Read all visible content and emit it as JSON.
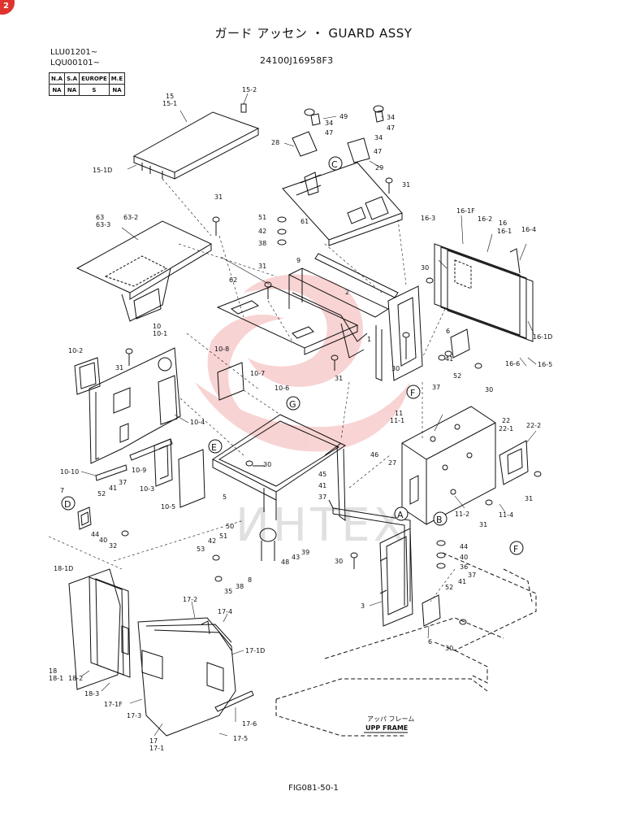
{
  "header": {
    "title": "ガード アッセン ・ GUARD ASSY",
    "serial_1": "LLU01201~",
    "serial_2": "LQU00101~",
    "part_code": "24100J16958F3",
    "figure_code": "FIG081-50-1",
    "corner_badge": "2"
  },
  "region_table": {
    "headers": [
      "N.A",
      "S.A",
      "EUROPE",
      "M.E"
    ],
    "values": [
      "NA",
      "NA",
      "S",
      "NA"
    ]
  },
  "watermark": {
    "text": "ИНТЕХ",
    "color": "#e23a3a"
  },
  "callouts": [
    "A",
    "B",
    "C",
    "D",
    "E",
    "F",
    "F",
    "G"
  ],
  "frame_label": {
    "jp": "アッパ フレーム",
    "en": "UPP FRAME"
  },
  "part_labels": [
    "15",
    "15-1",
    "15-2",
    "15-1D",
    "49",
    "34",
    "47",
    "28",
    "34",
    "47",
    "34",
    "47",
    "29",
    "31",
    "31",
    "63",
    "63-3",
    "63-2",
    "51",
    "42",
    "38",
    "61",
    "16-3",
    "16-1F",
    "16-2",
    "16",
    "16-1",
    "16-4",
    "30",
    "16-1D",
    "6",
    "16-6",
    "16-5",
    "31",
    "9",
    "2",
    "62",
    "1",
    "10",
    "10-1",
    "10-2",
    "31",
    "10-8",
    "10-7",
    "10-6",
    "10-4",
    "31",
    "30",
    "37",
    "41",
    "52",
    "30",
    "11",
    "11-1",
    "22",
    "22-1",
    "22-2",
    "31",
    "10-10",
    "10-9",
    "10-3",
    "10-5",
    "7",
    "30",
    "5",
    "46",
    "27",
    "45",
    "41",
    "37",
    "31",
    "11-2",
    "11-4",
    "52",
    "41",
    "37",
    "44",
    "40",
    "32",
    "50",
    "51",
    "42",
    "53",
    "48",
    "43",
    "39",
    "35",
    "38",
    "8",
    "44",
    "40",
    "36",
    "30",
    "52",
    "41",
    "37",
    "3",
    "6",
    "30",
    "18-1D",
    "17-2",
    "17-4",
    "17-1D",
    "18",
    "18-1",
    "18-2",
    "18-3",
    "17-1F",
    "17-3",
    "17",
    "17-1",
    "17-6",
    "17-5"
  ]
}
